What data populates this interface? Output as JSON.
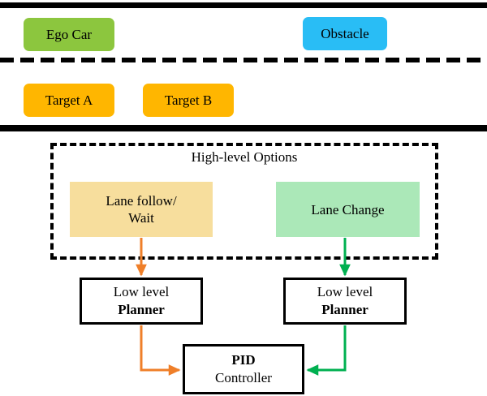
{
  "scene": {
    "road": {
      "top_boundary": "solid-lane-boundary",
      "center_line": "dashed-lane-divider",
      "bottom_boundary": "solid-lane-boundary"
    },
    "vehicles": [
      {
        "id": "ego",
        "label": "Ego Car",
        "color": "#8CC63E",
        "lane": "upper"
      },
      {
        "id": "obstacle",
        "label": "Obstacle",
        "color": "#29BDF5",
        "lane": "upper"
      },
      {
        "id": "target_a",
        "label": "Target A",
        "color": "#FFB600",
        "lane": "lower"
      },
      {
        "id": "target_b",
        "label": "Target B",
        "color": "#FFB600",
        "lane": "lower"
      }
    ]
  },
  "architecture": {
    "options_group": {
      "title": "High-level Options",
      "border_style": "dashed",
      "options": [
        {
          "id": "lane_follow_wait",
          "line1": "Lane follow/",
          "line2": "Wait",
          "color": "#F7DE9D",
          "flow_color": "#EF7F29"
        },
        {
          "id": "lane_change",
          "line1": "Lane Change",
          "line2": "",
          "color": "#ABE8B8",
          "flow_color": "#00B050"
        }
      ]
    },
    "planners": [
      {
        "id": "planner_left",
        "line1": "Low level",
        "line2": "Planner"
      },
      {
        "id": "planner_right",
        "line1": "Low level",
        "line2": "Planner"
      }
    ],
    "controller": {
      "id": "pid",
      "line1": "PID",
      "line2": "Controller"
    },
    "flow_colors": {
      "left_branch": "#EF7F29",
      "right_branch": "#00B050"
    }
  }
}
